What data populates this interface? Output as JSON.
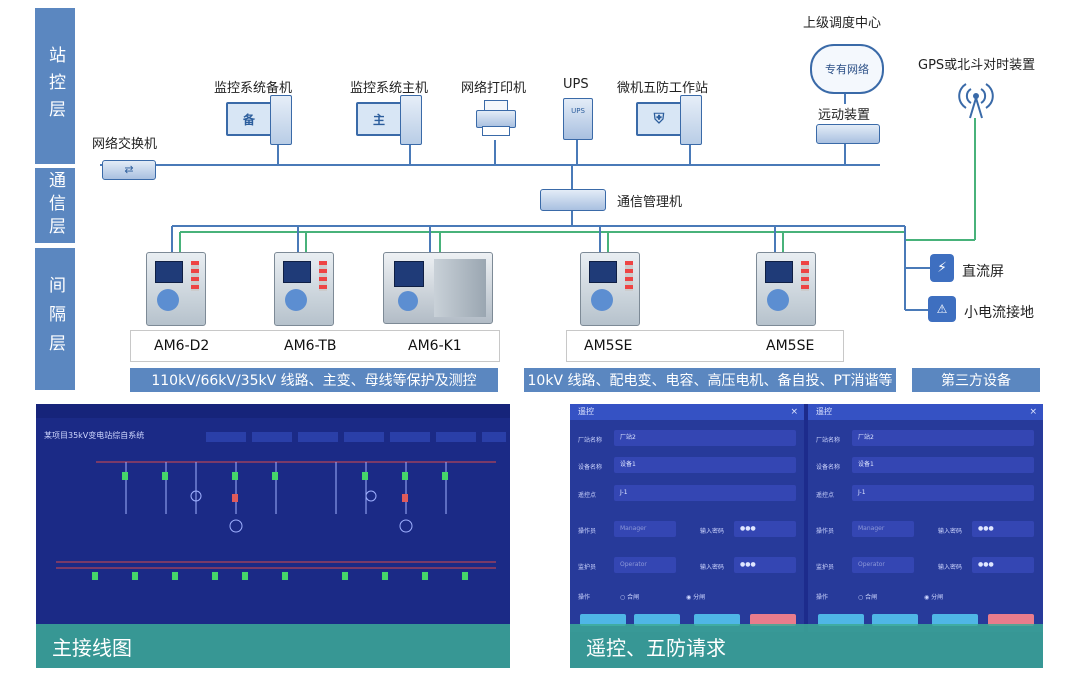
{
  "layers": {
    "station": "站控层",
    "comm": "通信层",
    "bay": "间隔层"
  },
  "station": {
    "backup_host": "监控系统备机",
    "backup_badge": "备",
    "main_host": "监控系统主机",
    "main_badge": "主",
    "printer": "网络打印机",
    "ups": "UPS",
    "ups_badge": "UPS",
    "five_prevention": "微机五防工作站",
    "switch": "网络交换机",
    "dispatch_center": "上级调度中心",
    "private_net": "专有网络",
    "remote": "远动装置",
    "gps": "GPS或北斗对时装置"
  },
  "comm": {
    "manager": "通信管理机"
  },
  "bay": {
    "devices": [
      "AM6-D2",
      "AM6-TB",
      "AM6-K1",
      "AM5SE",
      "AM5SE"
    ],
    "dc_screen": "直流屏",
    "small_current": "小电流接地",
    "band_left": "110kV/66kV/35kV 线路、主变、母线等保护及测控",
    "band_mid": "10kV 线路、配电变、电容、高压电机、备自投、PT消谐等",
    "band_right": "第三方设备"
  },
  "panels": {
    "left_caption": "主接线图",
    "left_title": "某项目35kV变电站综自系统",
    "right_caption": "遥控、五防请求",
    "dlg1_title": "遥控",
    "dlg2_title": "遥控",
    "close_glyph": "×",
    "fields": {
      "station_label": "厂站名称",
      "device_label": "设备名称",
      "point_label": "遥控点",
      "operator_label": "操作员",
      "monitor_label": "监护员",
      "pwd_label": "输入密码",
      "op_label": "操作",
      "pwd_mask": "●●●",
      "dlg1_station": "厂站2",
      "dlg1_device": "设备1",
      "dlg1_point": "J-1",
      "dlg1_operator": "Manager",
      "dlg1_monitor": "Operator",
      "dlg1_opt1": "合闸",
      "dlg1_opt2": "分闸",
      "dlg2_station": "厂站2",
      "dlg2_device": "设备1",
      "dlg2_point": "J-1",
      "dlg2_operator": "Manager",
      "dlg2_monitor": "Operator",
      "dlg2_opt1": "合闸",
      "dlg2_opt2": "分闸"
    }
  },
  "colors": {
    "band": "#5b87c0",
    "net_line": "#4a7ab8",
    "green_line": "#48b27a",
    "caption": "#3caa96"
  }
}
